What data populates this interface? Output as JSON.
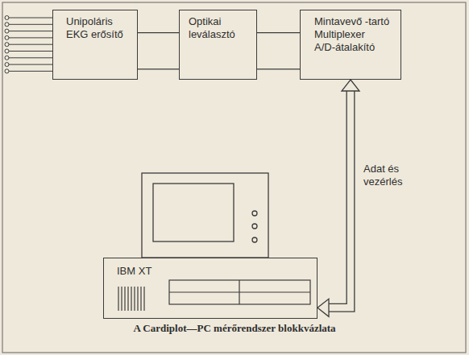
{
  "diagram": {
    "caption": "A Cardiplot—PC mérőrendszer blokkvázlata",
    "nodes": [
      {
        "text": [
          "Unipoláris EKG erősítő"
        ]
      },
      {
        "text": [
          "Optikai leválasztó"
        ]
      },
      {
        "text": [
          "Mintavevő -tartó",
          "Multiplexer",
          "A/D-átalakító"
        ]
      },
      {
        "text": [
          "IBM XT"
        ]
      }
    ],
    "edges": [
      {
        "from": 0,
        "to": 1,
        "arrow": "none"
      },
      {
        "from": 0,
        "to": 1,
        "arrow": "none"
      },
      {
        "from": 1,
        "to": 2,
        "arrow": "none"
      },
      {
        "from": 1,
        "to": 2,
        "arrow": "none"
      },
      {
        "from": 2,
        "to": 3,
        "label": "Adat és vezérlés",
        "arrow": "both"
      }
    ]
  }
}
